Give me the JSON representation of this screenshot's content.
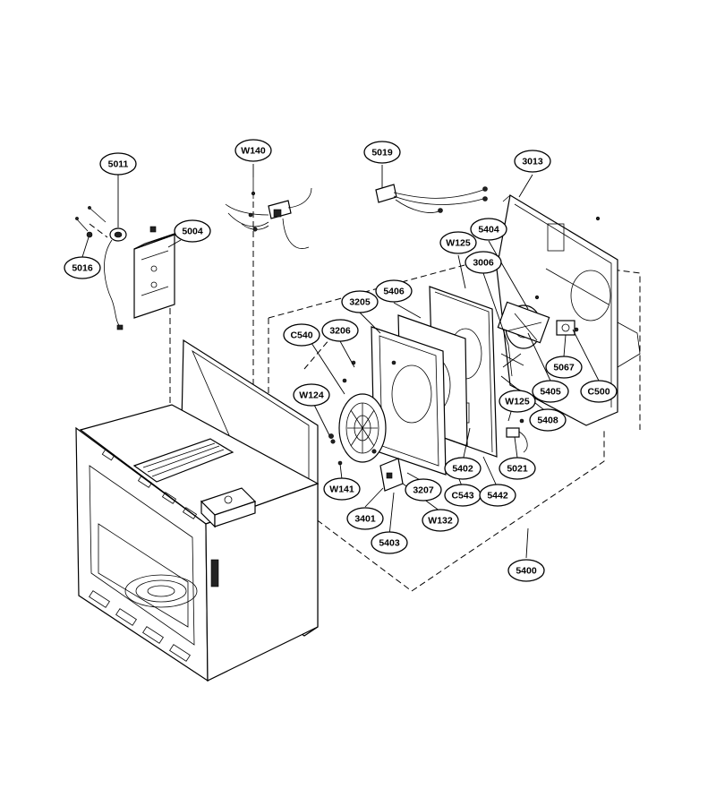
{
  "callouts": [
    {
      "id": "5011",
      "label": "5011"
    },
    {
      "id": "W140",
      "label": "W140"
    },
    {
      "id": "5019",
      "label": "5019"
    },
    {
      "id": "3013",
      "label": "3013"
    },
    {
      "id": "5004",
      "label": "5004"
    },
    {
      "id": "5016",
      "label": "5016"
    },
    {
      "id": "5404",
      "label": "5404"
    },
    {
      "id": "W125-top",
      "label": "W125"
    },
    {
      "id": "3006",
      "label": "3006"
    },
    {
      "id": "3205",
      "label": "3205"
    },
    {
      "id": "5406",
      "label": "5406"
    },
    {
      "id": "C540",
      "label": "C540"
    },
    {
      "id": "3206",
      "label": "3206"
    },
    {
      "id": "5067",
      "label": "5067"
    },
    {
      "id": "W124",
      "label": "W124"
    },
    {
      "id": "W125-mid",
      "label": "W125"
    },
    {
      "id": "5405",
      "label": "5405"
    },
    {
      "id": "C500",
      "label": "C500"
    },
    {
      "id": "5408",
      "label": "5408"
    },
    {
      "id": "5402",
      "label": "5402"
    },
    {
      "id": "5021",
      "label": "5021"
    },
    {
      "id": "W141",
      "label": "W141"
    },
    {
      "id": "3207",
      "label": "3207"
    },
    {
      "id": "C543",
      "label": "C543"
    },
    {
      "id": "5442",
      "label": "5442"
    },
    {
      "id": "3401",
      "label": "3401"
    },
    {
      "id": "W132",
      "label": "W132"
    },
    {
      "id": "5403",
      "label": "5403"
    },
    {
      "id": "5400",
      "label": "5400"
    }
  ]
}
